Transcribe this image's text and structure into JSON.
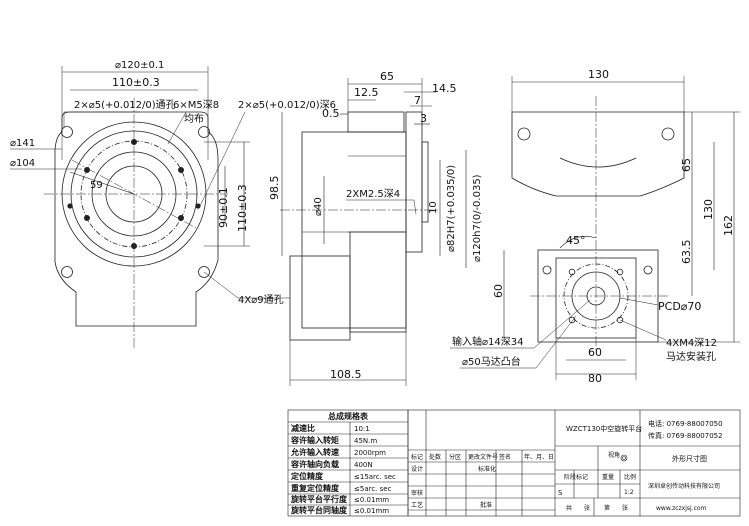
{
  "front_view": {
    "dia_120": "⌀120±0.1",
    "dim_110": "110±0.3",
    "note_hole_left": "2×⌀5(+0.012/0)通孔",
    "note_m5": "6×M5深8",
    "note_hole_right": "2×⌀5(+0.012/0)深6",
    "note_even": "均布",
    "dia_141": "⌀141",
    "dia_104": "⌀104",
    "angle_59": "59",
    "dim_90": "90±0.1",
    "dim_110_v": "110±0.3",
    "note_4x9": "4X⌀9通孔"
  },
  "side_view": {
    "d65": "65",
    "d12_5": "12.5",
    "d14_5": "14.5",
    "d0_5": "0.5",
    "d7": "7",
    "d3": "3",
    "d98_5": "98.5",
    "note_2xm25": "2XM2.5深4",
    "d40": "⌀40",
    "d10": "10",
    "d82": "⌀82H7(+0.035/0)",
    "d120h7": "⌀120h7(0/-0.035)",
    "d108_5": "108.5"
  },
  "back_view": {
    "d130": "130",
    "d65": "65",
    "d130_v": "130",
    "d162": "162",
    "angle": "45°",
    "d63_5": "63.5",
    "d60_left": "60",
    "pcd": "PCD⌀70",
    "input_shaft": "输入轴⌀14深34",
    "motor_holes": "4XM4深12",
    "motor_install": "马达安装孔",
    "boss": "⌀50马达凸台",
    "d60_bottom": "60",
    "d80": "80"
  },
  "spec_table": {
    "title": "总成规格表",
    "rows": [
      [
        "减速比",
        "10:1"
      ],
      [
        "容许输入转矩",
        "45N.m"
      ],
      [
        "允许输入转速",
        "2000rpm"
      ],
      [
        "容许轴向负载",
        "400N"
      ],
      [
        "定位精度",
        "≤15arc. sec"
      ],
      [
        "重复定位精度",
        "≤5arc. sec"
      ],
      [
        "旋转平台平行度",
        "≤0.01mm"
      ],
      [
        "旋转平台同轴度",
        "≤0.01mm"
      ]
    ]
  },
  "title_block": {
    "name": "WZCT130中空旋转平台",
    "phone": "电话: 0769-88007050",
    "fax": "传真: 0769-88007052",
    "view_label": "视角",
    "sheet_title": "外形尺寸图",
    "company": "深圳卓创传动科技有限公司",
    "website": "www.zczxjsj.com",
    "rev_headers": [
      "标记",
      "处数",
      "分区",
      "更改文件号",
      "签名",
      "年、月、日"
    ],
    "design_row": [
      "设计",
      "标准化"
    ],
    "check_label": "审核",
    "process_label": "工艺",
    "approve_label": "批准",
    "stage_mark": "阶段标记",
    "weight": "重量",
    "scale": "比例",
    "scale_value": "1:2",
    "stage_s": "S",
    "sheets_total": "共",
    "sheet_label": "张",
    "sheet_no": "第",
    "sheet_label2": "张"
  }
}
